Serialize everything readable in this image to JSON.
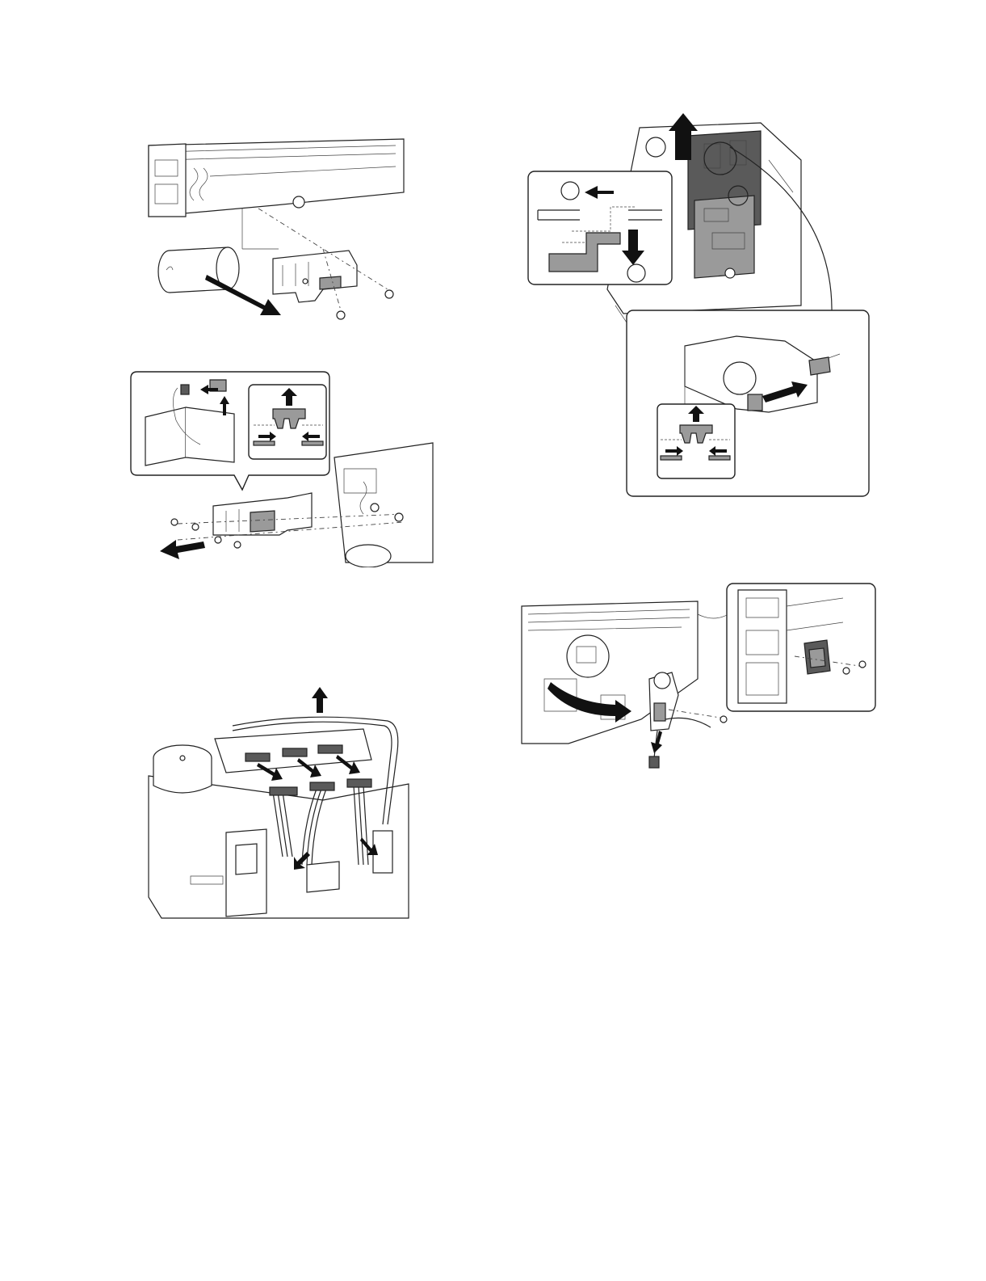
{
  "page": {
    "page_number": ""
  },
  "figures": [
    {
      "id": "fig-1",
      "icon": "motor-unit-removal-illustration"
    },
    {
      "id": "fig-2",
      "icon": "sensor-bracket-removal-illustration"
    },
    {
      "id": "fig-3",
      "icon": "flat-cable-disconnect-illustration"
    },
    {
      "id": "fig-4",
      "icon": "upper-cover-unlatch-illustration"
    },
    {
      "id": "fig-5",
      "icon": "harness-switch-removal-illustration"
    }
  ],
  "colors": {
    "line": "#222222",
    "fill_gray": "#9a9a9a",
    "fill_dark": "#5a5a5a",
    "background": "#ffffff"
  }
}
